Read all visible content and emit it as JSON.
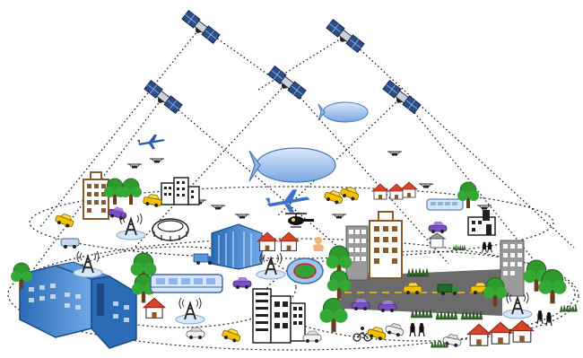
{
  "diagram": {
    "layers": [
      "space",
      "air",
      "ground"
    ],
    "icons": {
      "satellite": "satellite-icon",
      "airship": "airship-icon",
      "airplane": "airplane-icon",
      "drone": "drone-icon",
      "helicopter": "helicopter-icon",
      "cell_tower": "cell-tower-icon",
      "building": "building-icon",
      "house": "house-icon",
      "tree": "tree-icon",
      "car": "car-icon",
      "bus": "bus-icon",
      "stadium": "stadium-icon",
      "factory": "factory-icon",
      "person": "person-icon",
      "bicycle": "bicycle-icon"
    },
    "colors": {
      "satellite_body": "#2b4f8c",
      "airship": "#8fb6ea",
      "road": "#6b6b6b",
      "tree": "#2e9a2e",
      "house_roof": "#d9432a",
      "taxi": "#f2c200",
      "building_brown": "#8a5a2b",
      "building_gray": "#9a9a9a",
      "building_blue": "#3d7cc4"
    }
  }
}
